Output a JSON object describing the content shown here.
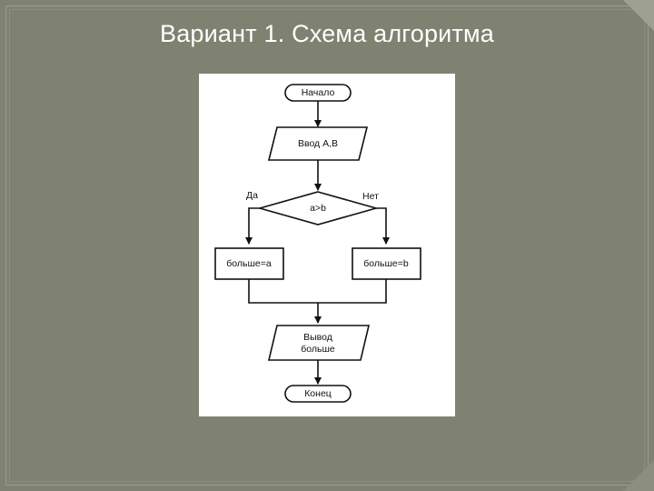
{
  "slide": {
    "title": "Вариант 1. Схема алгоритма"
  },
  "flowchart": {
    "start": "Начало",
    "input": "Ввод А,В",
    "condition": "a>b",
    "yes_label": "Да",
    "no_label": "Нет",
    "yes_branch": "больше=a",
    "no_branch": "больше=b",
    "output_line1": "Вывод",
    "output_line2": "больше",
    "end": "Конец"
  },
  "colors": {
    "background": "#7f8271",
    "title_text": "#ffffff",
    "diagram_bg": "#ffffff",
    "stroke": "#111111"
  }
}
